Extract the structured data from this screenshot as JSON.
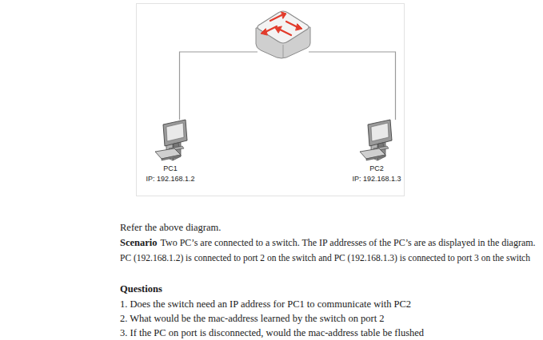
{
  "diagram": {
    "nodes": [
      {
        "text": [
          "PC1",
          "IP: 192.168.1.2"
        ]
      },
      {
        "text": [
          "PC2",
          "IP: 192.168.1.3"
        ]
      }
    ],
    "labels": [
      "Refer the above diagram.",
      "Scenario",
      "Two PC’s are connected to a switch. The IP addresses of the PC’s are as displayed in the diagram.",
      "PC (192.168.1.2) is connected to port 2 on the switch and PC (192.168.1.3) is connected to port 3 on the switch",
      "Questions",
      "1. Does the switch need an IP address for PC1 to communicate with PC2",
      "2. What would be the mac-address learned by the switch on port 2",
      "3. If the PC on port is disconnected, would the mac-address table be flushed"
    ]
  }
}
